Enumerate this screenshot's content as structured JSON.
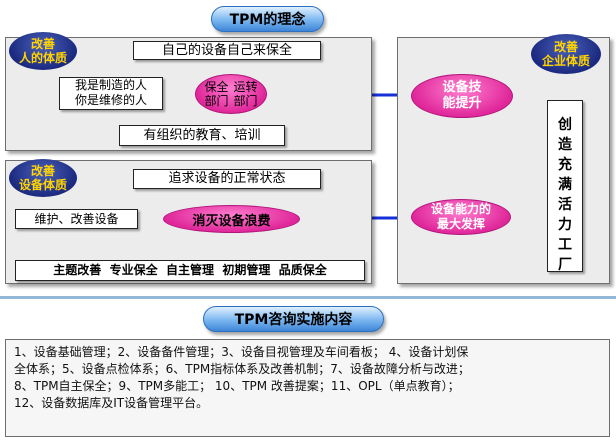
{
  "top_title": "TPM的理念",
  "bottom_title": "TPM咨询实施内容",
  "people_improvement": "改善\n人的体质",
  "self_care_box": "自己的设备自己来保全",
  "maker_line1": "我是制造的人",
  "maker_line2": "你是维修的人",
  "dept": {
    "left_line1": "保全",
    "left_line2": "部门",
    "right_line1": "运转",
    "right_line2": "部门"
  },
  "education_box": "有组织的教育、培训",
  "equipment_improvement": "改善\n设备体质",
  "normal_state_box": "追求设备的正常状态",
  "maintain_box": "维护、改善设备",
  "eliminate_waste": "消灭设备浪费",
  "activities_box": "主题改善  专业保全  自主管理  初期管理  品质保全",
  "skill_up": "设备技\n能提升",
  "max_capability": "设备能力的\n最大发挥",
  "enterprise_improvement": "改善\n企业体质",
  "vital_factory": "创\n造\n充\n满\n活\n力\n工\n厂",
  "content_lines": [
    "1、设备基础管理；2、设备备件管理；3、设备目视管理及车间看板；  4、设备计划保",
    "全体系；5、设备点检体系；6、TPM指标体系及改善机制；7、设备故障分析与改进；",
    "8、TPM自主保全；9、TPM多能工；  10、TPM 改善提案；11、OPL（单点教育）；",
    "12、设备数据库及IT设备管理平台。"
  ]
}
